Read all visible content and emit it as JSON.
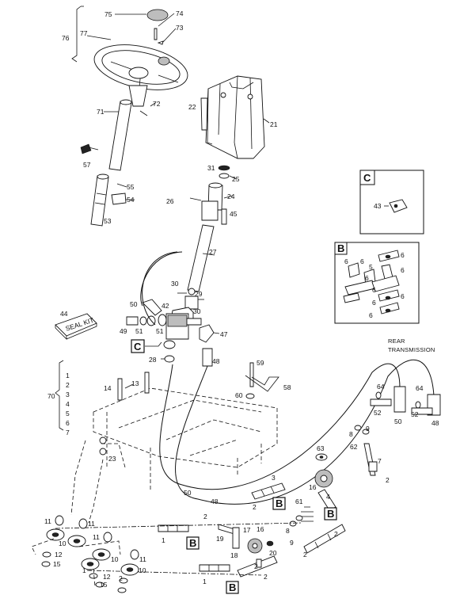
{
  "callouts": {
    "n75": "75",
    "n74": "74",
    "n73": "73",
    "n76": "76",
    "n77": "77",
    "n72": "72",
    "n71": "71",
    "n57": "57",
    "n55": "55",
    "n54": "54",
    "n53": "53",
    "n22": "22",
    "n21": "21",
    "n31": "31",
    "n25": "25",
    "n24": "24",
    "n26": "26",
    "n45": "45",
    "n27": "27",
    "n30a": "30",
    "n29": "29",
    "n42": "42",
    "n30b": "30",
    "n50a": "50",
    "n49": "49",
    "n51a": "51",
    "n51b": "51",
    "n47": "47",
    "n28": "28",
    "n48a": "48",
    "n44": "44",
    "n59": "59",
    "n58": "58",
    "n60": "60",
    "n14": "14",
    "n13": "13",
    "n70": "70",
    "n23": "23",
    "n64a": "64",
    "n52a": "52",
    "n50b": "50",
    "n64b": "64",
    "n52b": "52",
    "n48b": "48",
    "n8a": "8",
    "n9a": "9",
    "n62": "62",
    "n7": "7",
    "n63": "63",
    "n3": "3",
    "n16a": "16",
    "n4": "4",
    "n61": "61",
    "n2a": "2",
    "n50c": "50",
    "n48c": "48",
    "n2b": "2",
    "n2c": "2",
    "n19": "19",
    "n17": "17",
    "n16b": "16",
    "n20": "20",
    "n18": "18",
    "n8b": "8",
    "n9b": "9",
    "n2d": "2",
    "n2e": "2",
    "n2f": "2",
    "n2g": "2",
    "n1a": "1",
    "n11a": "11",
    "n11b": "11",
    "n11c": "11",
    "n11d": "11",
    "n10a": "10",
    "n10b": "10",
    "n10c": "10",
    "n12a": "12",
    "n12b": "12",
    "n15a": "15",
    "n15b": "15",
    "n1b": "1",
    "n1c": "1",
    "n2h": "2",
    "n43": "43",
    "b6a": "6",
    "b6b": "6",
    "b6c": "6",
    "b5": "5",
    "b6d": "6",
    "b6e": "6",
    "b6f": "6",
    "b6g": "6",
    "b6h": "6",
    "b6i": "6"
  },
  "group70": [
    "1",
    "2",
    "3",
    "4",
    "5",
    "6",
    "7"
  ],
  "boxes": {
    "c_inset": "C",
    "b_inset": "B",
    "c_ref": "C",
    "b_ref1": "B",
    "b_ref2": "B",
    "b_ref3": "B",
    "b_ref4": "B"
  },
  "seal_kit": "SEAL KIT",
  "rear_transmission": "REAR TRANSMISSION"
}
